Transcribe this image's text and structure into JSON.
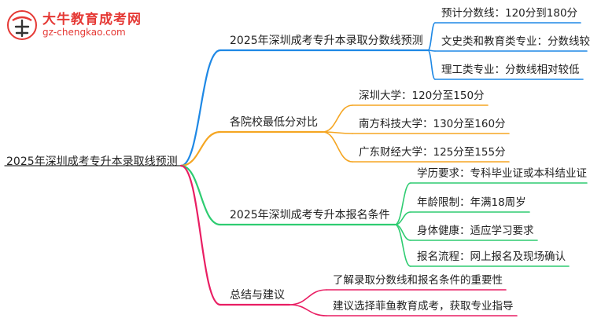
{
  "logo": {
    "title": "大牛教育成考网",
    "url": "gz-chengkao.com"
  },
  "colors": {
    "branch1": "#1e88e5",
    "branch2": "#f5a623",
    "branch3": "#2ecc71",
    "branch4": "#e91e63",
    "logo_red": "#e53935"
  },
  "root": {
    "label": "2025年深圳成考专升本录取线预测"
  },
  "branches": [
    {
      "label": "2025年深圳成考专升本录取分数线预测",
      "leaves": [
        "预计分数线：120分到180分",
        "文史类和教育类专业：分数线较高",
        "理工类专业：分数线相对较低"
      ]
    },
    {
      "label": "各院校最低分对比",
      "leaves": [
        "深圳大学：120分至150分",
        "南方科技大学：130分至160分",
        "广东财经大学：125分至155分"
      ]
    },
    {
      "label": "2025年深圳成考专升本报名条件",
      "leaves": [
        "学历要求：专科毕业证或本科结业证",
        "年龄限制：年满18周岁",
        "身体健康：适应学习要求",
        "报名流程：网上报名及现场确认"
      ]
    },
    {
      "label": "总结与建议",
      "leaves": [
        "了解录取分数线和报名条件的重要性",
        "建议选择菲鱼教育成考，获取专业指导"
      ]
    }
  ]
}
